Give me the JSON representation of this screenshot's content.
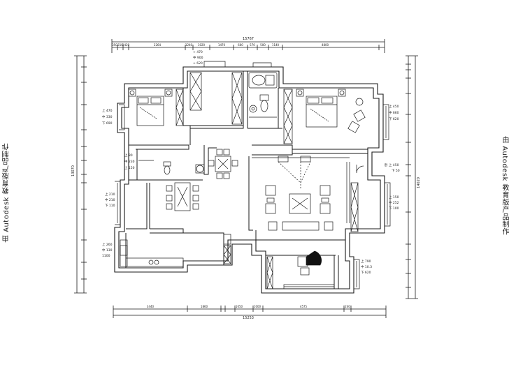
{
  "watermark": {
    "left": "由 Autodesk 教育版产品制作",
    "right": "由 Autodesk 教育版产品制作"
  },
  "dimensions": {
    "top_total": "15767",
    "top_segments": [
      "350",
      "310",
      "1420",
      "2264",
      "1240",
      "1020",
      "1470",
      "660",
      "570",
      "500",
      "1140",
      "4800"
    ],
    "bottom_total": "15253",
    "bottom_segments": [
      "3440",
      "1860",
      "1050",
      "1000",
      "4575",
      "240"
    ],
    "left_total": "13070",
    "right_total": "14020"
  },
  "annotations": {
    "top_center": [
      "+ 470",
      "中 900",
      "+ 620"
    ],
    "left_bedroom": [
      "上 470",
      "中 330",
      "下 690"
    ],
    "bath_left": [
      "上 80",
      "中 230",
      "上 150"
    ],
    "dining_left": [
      "上 210",
      "中 210",
      "下 110"
    ],
    "kitchen": [
      "上 260",
      "中 130",
      "1100"
    ],
    "bedroom_right": [
      "上 450",
      "中 660",
      "下 620"
    ],
    "living_right_top": [
      "卧 上 450",
      "下 50"
    ],
    "living_right": [
      "上 150",
      "中 252",
      "下 100"
    ],
    "study_right": [
      "上 790",
      "中 10.3",
      "下 620"
    ]
  },
  "colors": {
    "line": "#1a1a1a",
    "background": "#ffffff"
  }
}
